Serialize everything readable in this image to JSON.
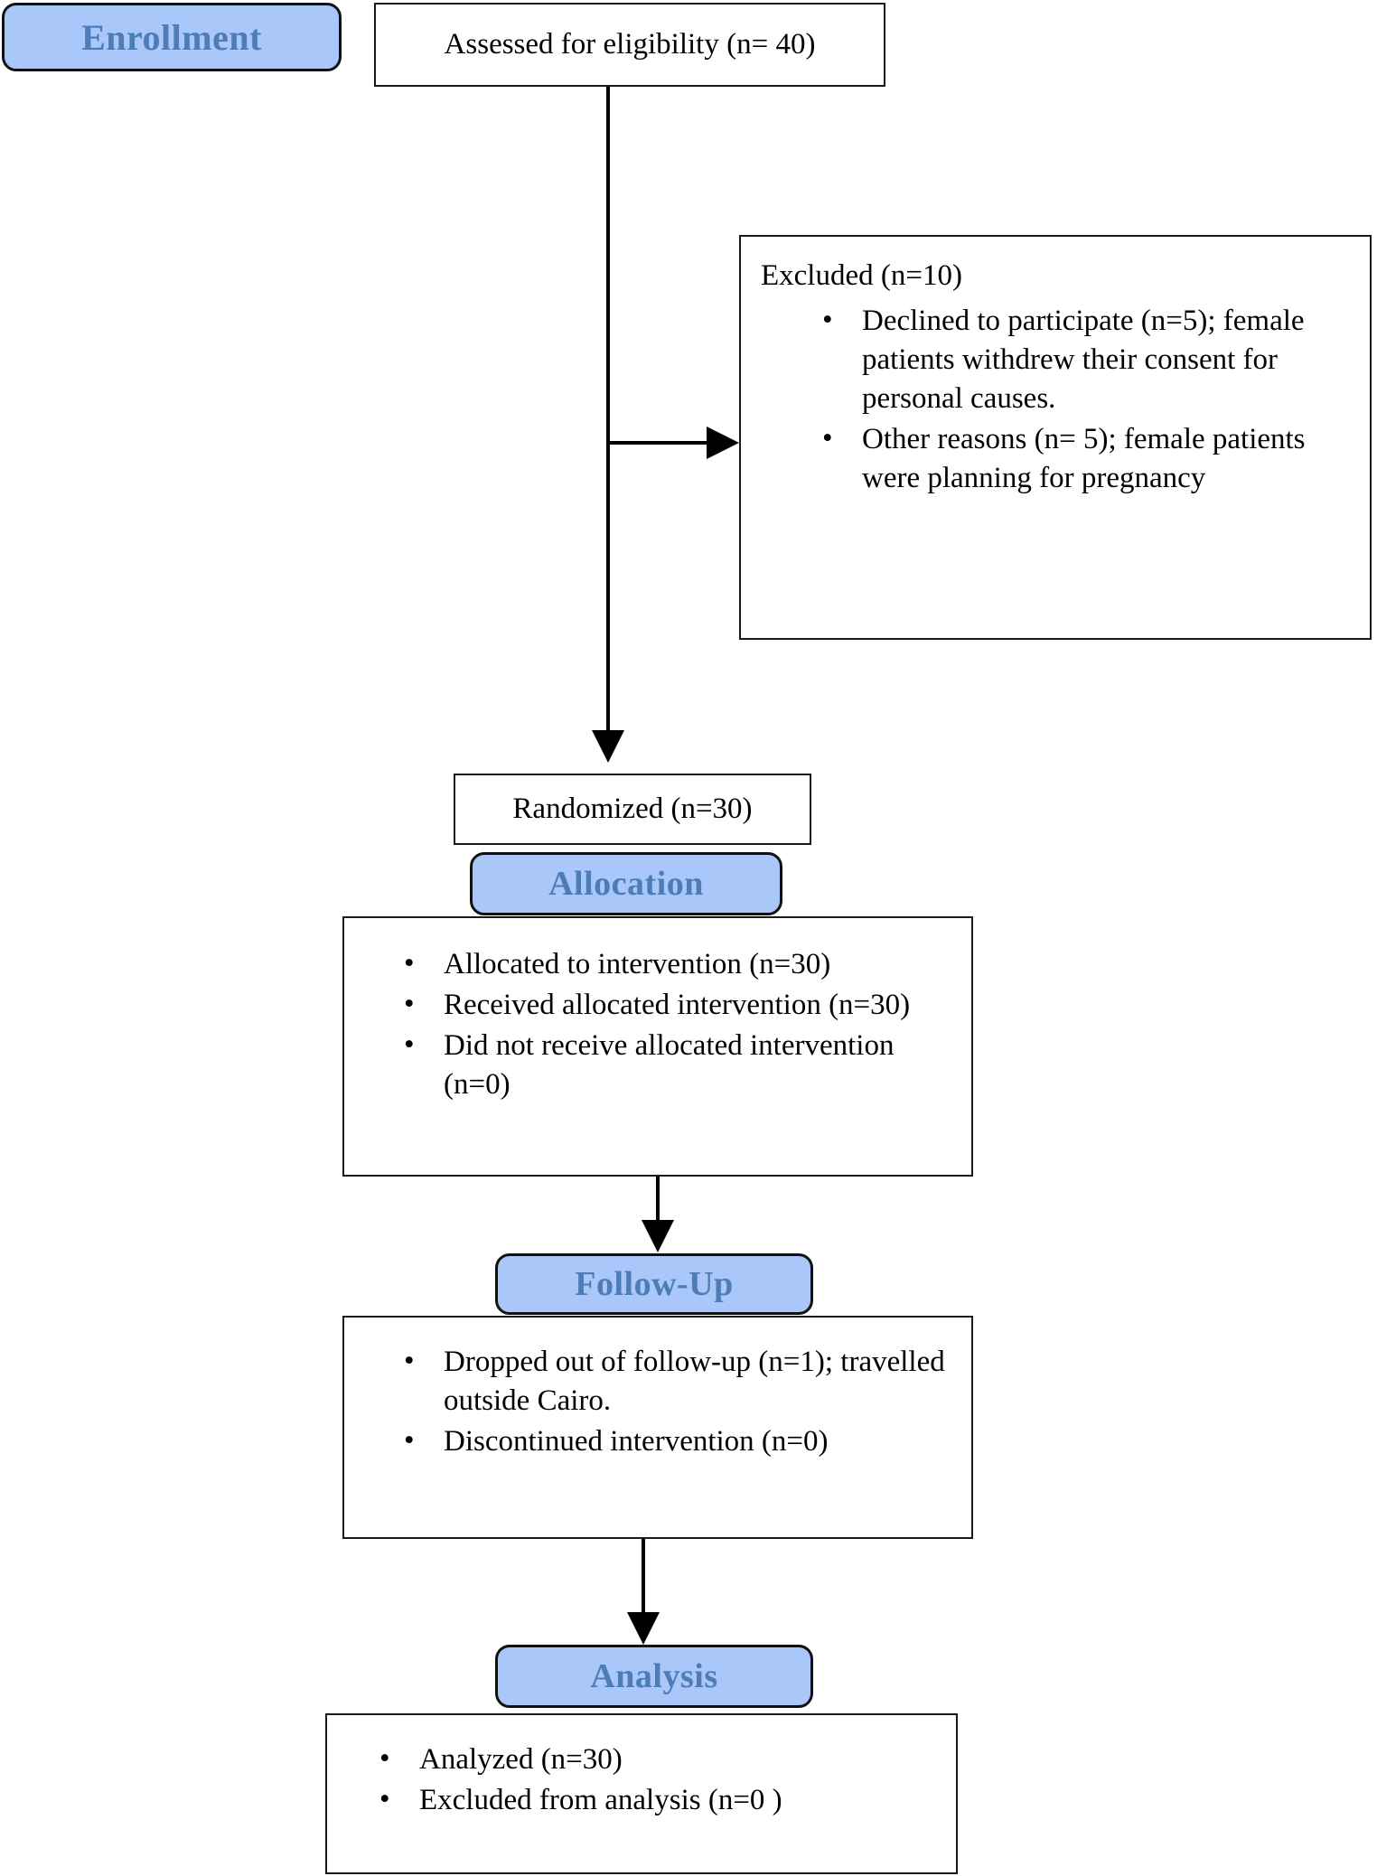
{
  "diagram": {
    "type": "consort-flow-diagram",
    "colors": {
      "badge_fill": "#a9c7f8",
      "badge_border": "#111111",
      "badge_text": "#4d7cb7",
      "box_border": "#1a1a1a",
      "box_fill": "#ffffff",
      "connector": "#000000",
      "page_background": "#ffffff"
    }
  },
  "stages": {
    "enrollment": "Enrollment",
    "allocation": "Allocation",
    "followup": "Follow-Up",
    "analysis": "Analysis"
  },
  "boxes": {
    "eligibility": {
      "text": "Assessed for eligibility (n= 40)"
    },
    "excluded": {
      "heading": "Excluded (n=10)",
      "bullets": [
        "Declined to participate (n=5); female patients withdrew their consent for personal causes.",
        "Other reasons (n= 5); female patients were planning for pregnancy"
      ]
    },
    "randomized": {
      "text": "Randomized (n=30)"
    },
    "allocation": {
      "bullets": [
        "Allocated to intervention (n=30)",
        "Received allocated intervention (n=30)",
        "Did not receive allocated intervention (n=0)"
      ]
    },
    "followup": {
      "bullets": [
        "Dropped out of follow-up (n=1); travelled outside Cairo.",
        "Discontinued intervention (n=0)"
      ]
    },
    "analysis": {
      "bullets": [
        "Analyzed  (n=30)",
        "Excluded from analysis (n=0 )"
      ]
    }
  }
}
